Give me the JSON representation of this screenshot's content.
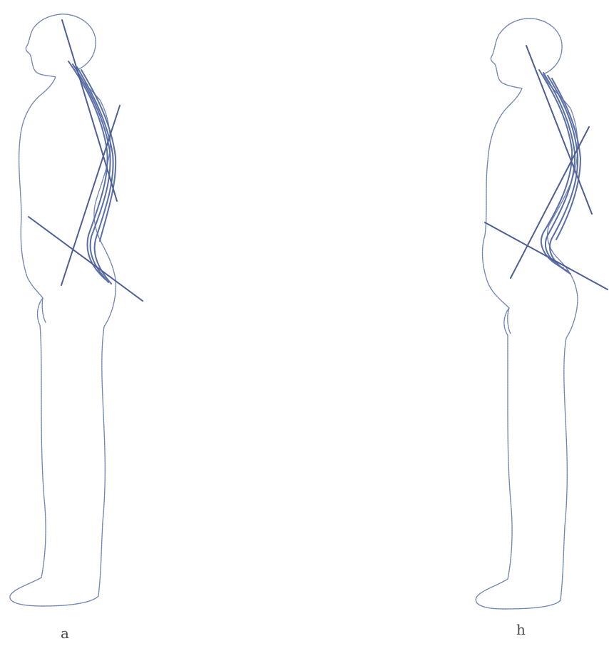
{
  "figure": {
    "panels": [
      {
        "id": "a",
        "label": "a"
      },
      {
        "id": "b",
        "label": "h"
      }
    ],
    "colors": {
      "outline": "#6f86b3",
      "spine": "#5b6fa6",
      "axis": "#4d5f93",
      "label": "#4a4a4a"
    }
  }
}
